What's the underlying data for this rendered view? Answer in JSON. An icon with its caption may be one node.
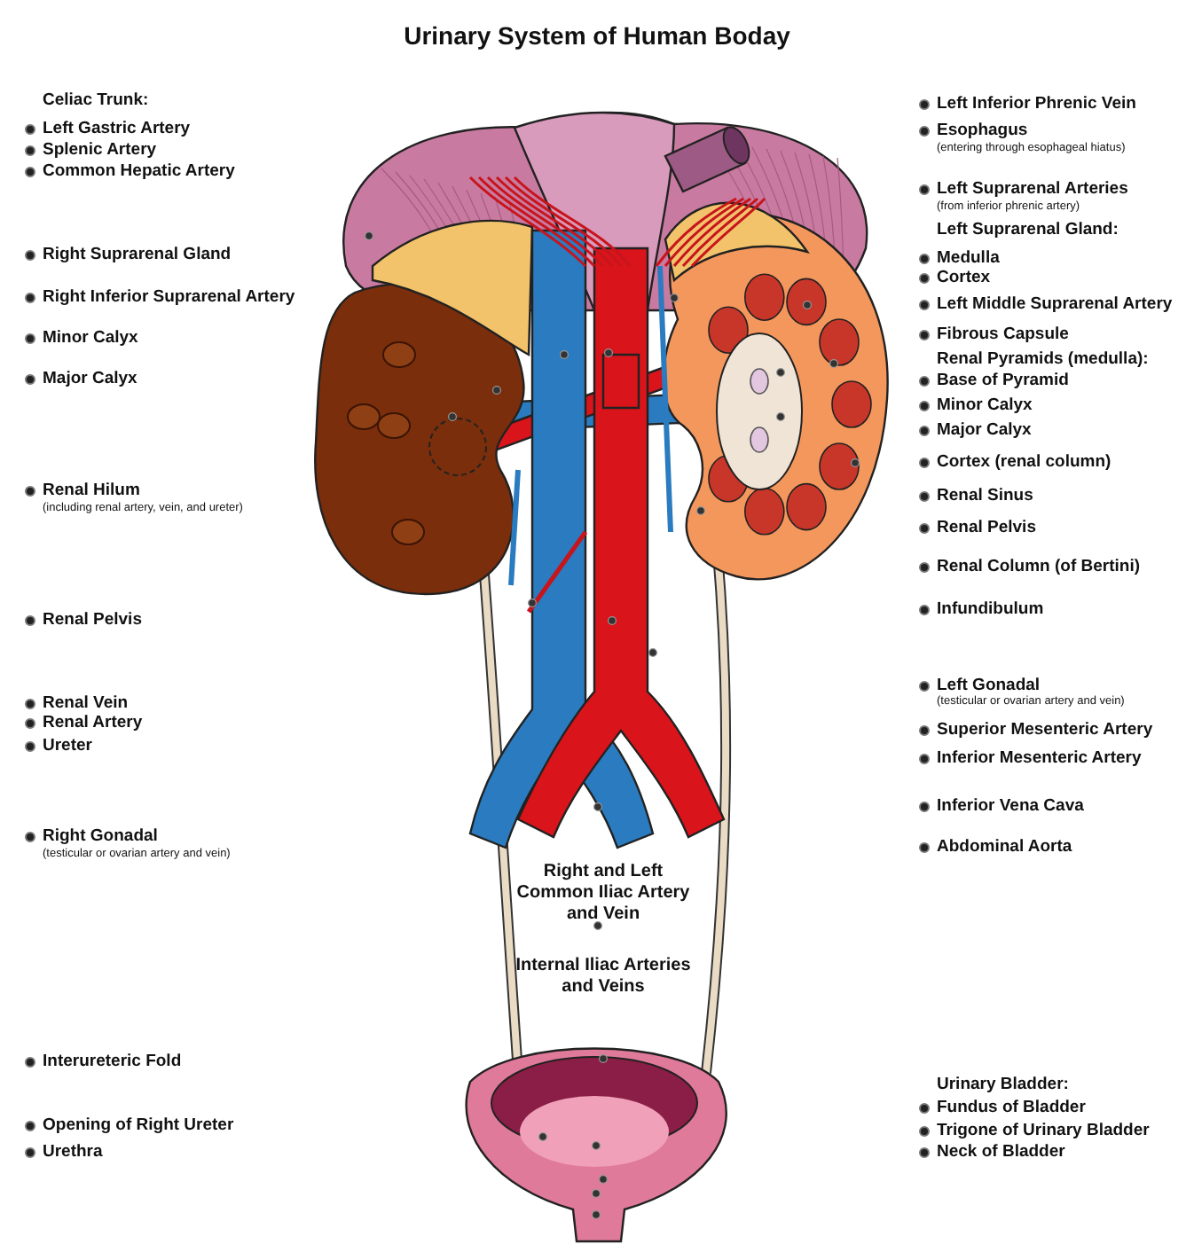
{
  "diagram": {
    "title": "Urinary System of Human Boday",
    "labels": [
      "Celiac Trunk:",
      "Left Gastric Artery",
      "Splenic Artery",
      "Common Hepatic Artery",
      "Right Suprarenal Gland",
      "Right Inferior Suprarenal Artery",
      "Minor Calyx",
      "Major Calyx",
      "Renal Hilum",
      "(including renal artery, vein, and ureter)",
      "Renal Pelvis",
      "Renal Vein",
      "Renal Artery",
      "Ureter",
      "Right Gonadal",
      "(testicular or ovarian artery and vein)",
      "Interureteric Fold",
      "Opening of Right Ureter",
      "Urethra",
      "Right and Left Common Iliac Artery and Vein",
      "Internal Iliac Arteries and Veins",
      "Left Inferior Phrenic Vein",
      "Esophagus",
      "(entering through esophageal hiatus)",
      "Left Suprarenal Arteries",
      "(from inferior phrenic artery)",
      "Left Suprarenal Gland:",
      "Medulla",
      "Cortex",
      "Left Middle Suprarenal Artery",
      "Fibrous Capsule",
      "Renal Pyramids (medulla):",
      "Base of Pyramid",
      "Minor Calyx",
      "Major Calyx",
      "Cortex (renal column)",
      "Renal Sinus",
      "Renal Pelvis",
      "Renal Column (of Bertini)",
      "Infundibulum",
      "Left Gonadal",
      "(testicular or ovarian artery and vein)",
      "Superior Mesenteric Artery",
      "Inferior Mesenteric Artery",
      "Inferior Vena Cava",
      "Abdominal Aorta",
      "Urinary Bladder:",
      "Fundus of Bladder",
      "Trigone of Urinary Bladder",
      "Neck of Bladder"
    ]
  }
}
